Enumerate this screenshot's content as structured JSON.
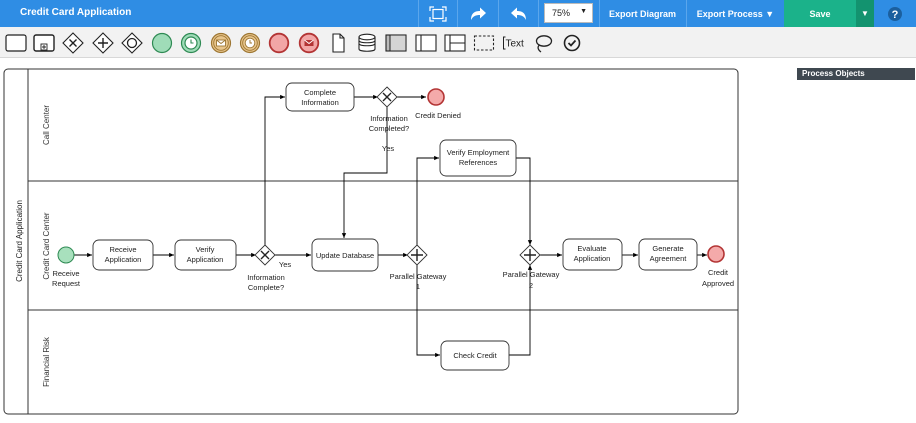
{
  "header": {
    "app_title": "Credit Card Application",
    "zoom_value": "75%",
    "export_diagram_label": "Export Diagram",
    "export_process_label": "Export Process ▼",
    "save_label": "Save",
    "help_label": "?"
  },
  "toolbar": {
    "text_tool_label": "Text"
  },
  "side_panel": {
    "title": "Process Objects"
  },
  "diagram": {
    "pool_label": "Credit Card Application",
    "lanes": {
      "call_center": "Call Center",
      "credit_card_center": "Credit Card Center",
      "financial_risk": "Financial Risk"
    },
    "tasks": {
      "complete_information": [
        "Complete",
        "Information"
      ],
      "verify_employment": [
        "Verify Employment",
        "References"
      ],
      "receive_application": [
        "Receive",
        "Application"
      ],
      "verify_application": [
        "Verify",
        "Application"
      ],
      "update_database": [
        "Update Database"
      ],
      "evaluate_application": [
        "Evaluate",
        "Application"
      ],
      "generate_agreement": [
        "Generate",
        "Agreement"
      ],
      "check_credit": [
        "Check Credit"
      ]
    },
    "events": {
      "receive_request": [
        "Receive",
        "Request"
      ],
      "credit_denied": [
        "Credit Denied"
      ],
      "credit_approved": [
        "Credit",
        "Approved"
      ]
    },
    "gateways": {
      "information_completed": [
        "Information",
        "Completed?"
      ],
      "information_complete": [
        "Information",
        "Complete?"
      ],
      "parallel_gateway_1": [
        "Parallel Gateway",
        "1"
      ],
      "parallel_gateway_2": [
        "Parallel Gateway",
        "2"
      ]
    },
    "flow_labels": {
      "yes_top": "Yes",
      "yes_mid": "Yes"
    }
  }
}
